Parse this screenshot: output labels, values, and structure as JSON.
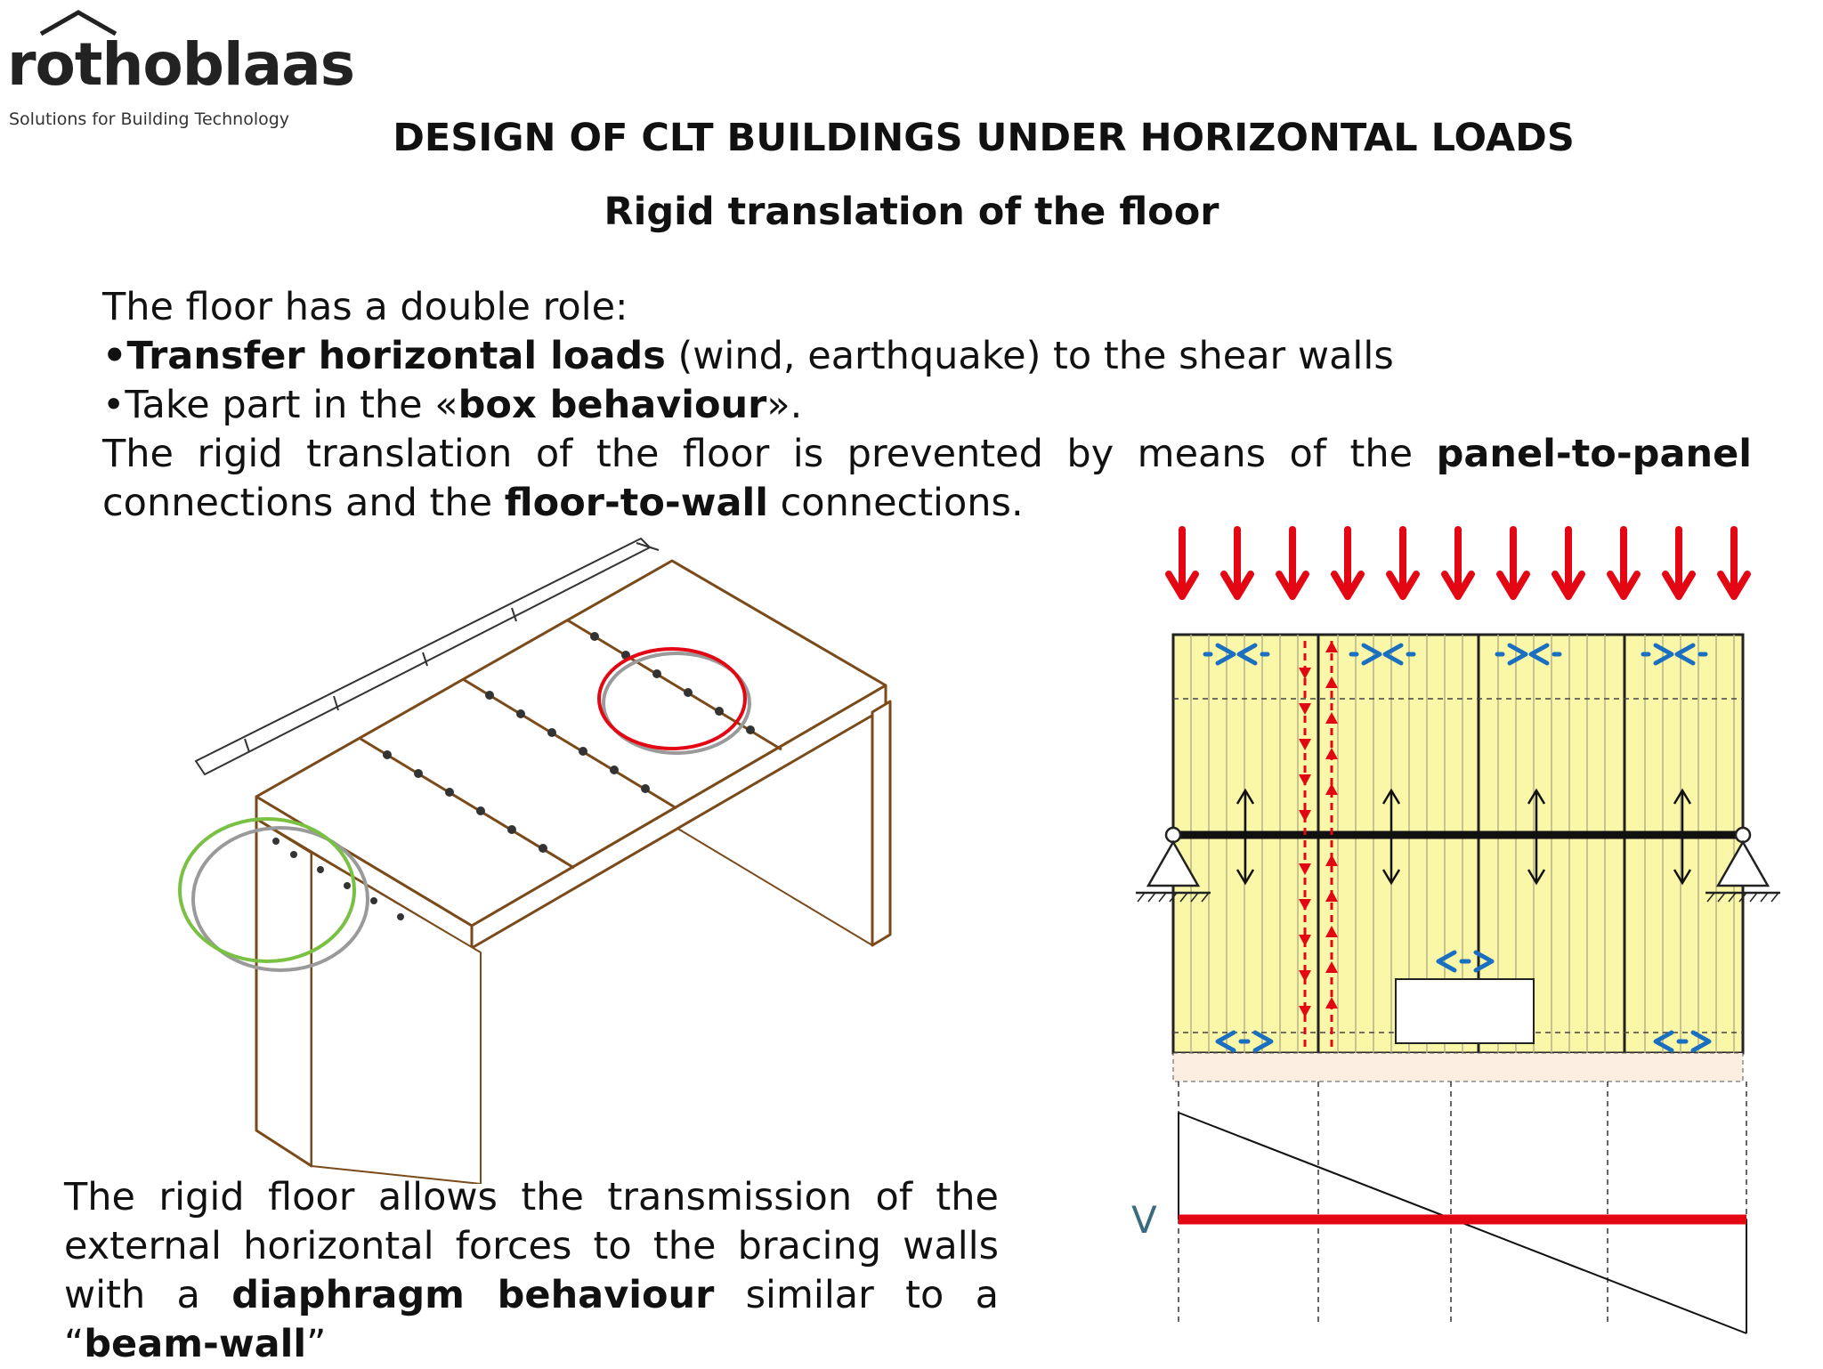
{
  "brand": {
    "name": "rothoblaas",
    "tagline": "Solutions for Building Technology"
  },
  "title": "DESIGN OF CLT BUILDINGS UNDER HORIZONTAL LOADS",
  "subtitle": "Rigid translation of the floor",
  "intro": {
    "line1": "The floor has a double role:",
    "bullet1_bold": "•Transfer horizontal loads",
    "bullet1_rest": " (wind, earthquake) to the shear walls",
    "bullet2_pre": "•Take part in the «",
    "bullet2_bold": "box behaviour",
    "bullet2_post": "».",
    "para_l1_a": "The rigid translation of the floor is prevented by means of the ",
    "para_l1_bold": "panel-to-panel",
    "para_l2_a": "connections and the ",
    "para_l2_bold": "floor-to-wall",
    "para_l2_b": " connections."
  },
  "bottom": {
    "l1": "The rigid floor allows the transmission of the",
    "l2": "external horizontal forces to the bracing walls",
    "l3_a": "with a ",
    "l3_bold": "diaphragm behaviour",
    "l3_b": " similar to a",
    "l4_a": "“",
    "l4_bold": "beam-wall",
    "l4_b": "”"
  },
  "diagram": {
    "shear_label": "V",
    "colors": {
      "load_arrow": "#e30613",
      "panel_fill": "#fbf7a8",
      "connector": "#1a6fc0",
      "shear_line": "#e30613"
    }
  }
}
